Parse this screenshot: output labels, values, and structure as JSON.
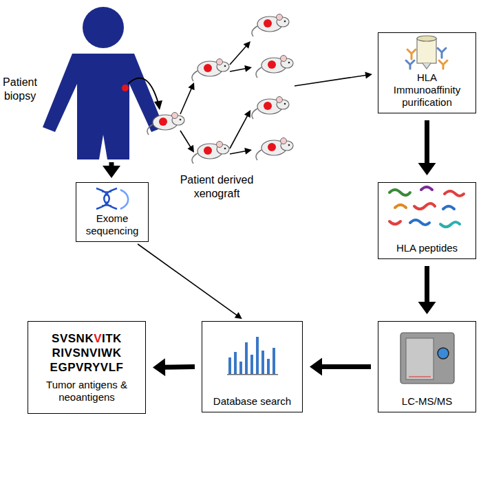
{
  "diagram": {
    "nodes": [
      {
        "text": [
          "Exome sequencing"
        ]
      },
      {
        "text": [
          "HLA Immunoaffinity purification"
        ]
      },
      {
        "text": [
          "HLA peptides"
        ]
      },
      {
        "text": [
          "LC-MS/MS"
        ]
      },
      {
        "text": [
          "Database search"
        ]
      },
      {
        "text": [
          "SVSNKVITK",
          "RIVSNVIWK",
          "EGPVRYVLF",
          "Tumor antigens & neoantigens"
        ]
      }
    ],
    "edges": [
      {
        "from": 1,
        "to": 2,
        "arrow": "to"
      },
      {
        "from": 2,
        "to": 3,
        "arrow": "to"
      },
      {
        "from": 3,
        "to": 4,
        "arrow": "to"
      },
      {
        "from": 4,
        "to": 5,
        "arrow": "to"
      },
      {
        "from": 0,
        "to": 4,
        "arrow": "to"
      }
    ],
    "labels": [
      "Patient biopsy",
      "Patient derived xenograft"
    ]
  }
}
